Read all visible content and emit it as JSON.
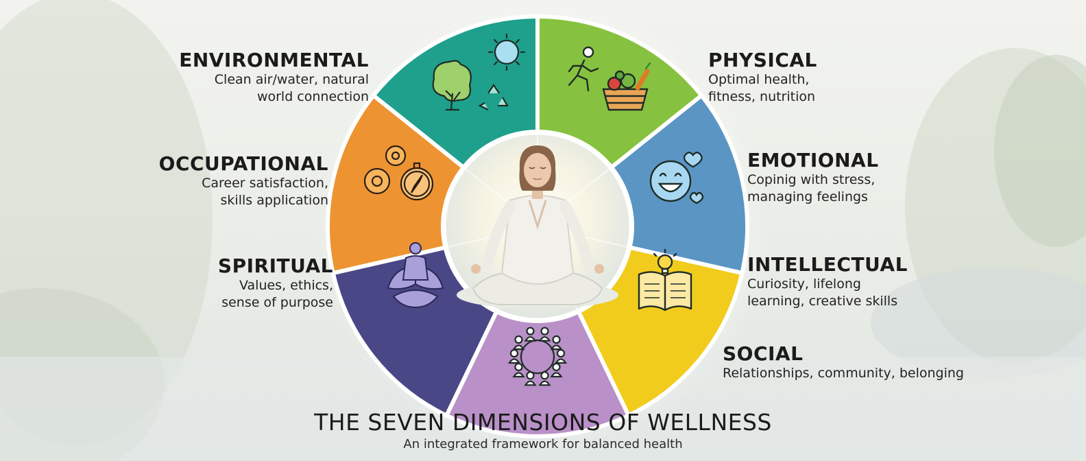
{
  "dimensions": [
    {
      "key": "environmental",
      "title": "ENVIRONMENTAL",
      "desc_line1": "Clean air/water, natural",
      "desc_line2": "world connection",
      "color": "#1ea08c",
      "icon": "tree-sun-recycle-icon"
    },
    {
      "key": "physical",
      "title": "PHYSICAL",
      "desc_line1": "Optimal health,",
      "desc_line2": "fitness, nutrition",
      "color": "#86c23f",
      "icon": "runner-food-basket-icon"
    },
    {
      "key": "emotional",
      "title": "EMOTIONAL",
      "desc_line1": "Copinig with stress,",
      "desc_line2": "managing feelings",
      "color": "#5b95c4",
      "icon": "smiley-hearts-icon"
    },
    {
      "key": "intellectual",
      "title": "INTELLECTUAL",
      "desc_line1": "Curiosity, lifelong",
      "desc_line2": "learning, creative skills",
      "color": "#f1cc1d",
      "icon": "book-lightbulb-icon"
    },
    {
      "key": "social",
      "title": "SOCIAL",
      "desc_line1": "Relationships, community, belonging",
      "desc_line2": "",
      "color": "#b990c7",
      "icon": "people-circle-icon"
    },
    {
      "key": "spiritual",
      "title": "SPIRITUAL",
      "desc_line1": "Values, ethics,",
      "desc_line2": "sense of purpose",
      "color": "#4a4787",
      "icon": "meditation-lotus-icon"
    },
    {
      "key": "occupational",
      "title": "OCCUPATIONAL",
      "desc_line1": "Career satisfaction,",
      "desc_line2": "skills application",
      "color": "#ee9332",
      "icon": "gears-compass-icon"
    }
  ],
  "center": {
    "icon": "meditating-woman-icon"
  },
  "footer": {
    "title": "THE SEVEN DIMENSIONS OF WELLNESS",
    "subtitle": "An integrated framework for balanced health"
  }
}
